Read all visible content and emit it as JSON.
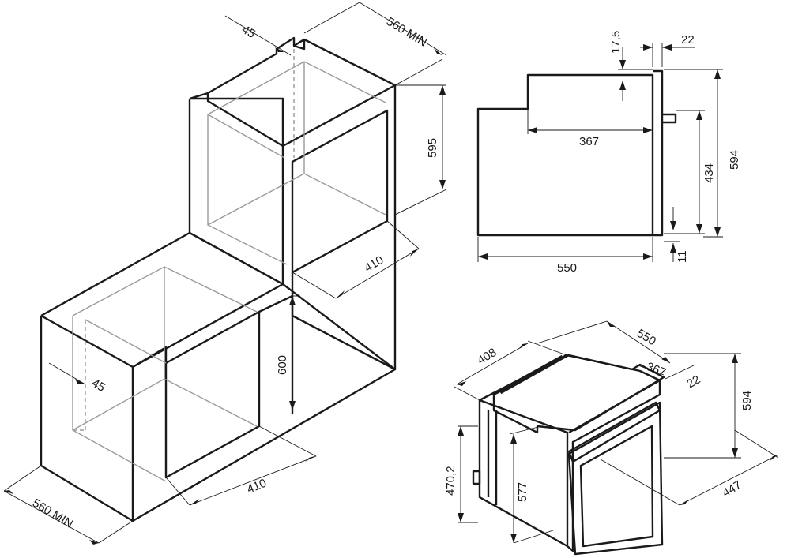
{
  "dimensions": {
    "upper_niche_depth": "560 MIN",
    "upper_niche_back_gap": "45",
    "upper_niche_height": "595",
    "upper_niche_width": "410",
    "lower_niche_height": "600",
    "lower_niche_gap": "45",
    "lower_niche_width": "410",
    "lower_niche_depth": "560 MIN",
    "side_top_offset": "17,5",
    "side_front_thickness": "22",
    "side_inner_depth": "367",
    "side_total_depth": "550",
    "side_body_height": "434",
    "side_total_height": "594",
    "side_bottom_offset": "11",
    "iso_width": "408",
    "iso_depth": "550",
    "iso_inner_depth": "367",
    "iso_front_thickness": "22",
    "iso_total_height": "594",
    "iso_front_width": "447",
    "iso_left_height": "470,2",
    "iso_body_height": "577"
  }
}
